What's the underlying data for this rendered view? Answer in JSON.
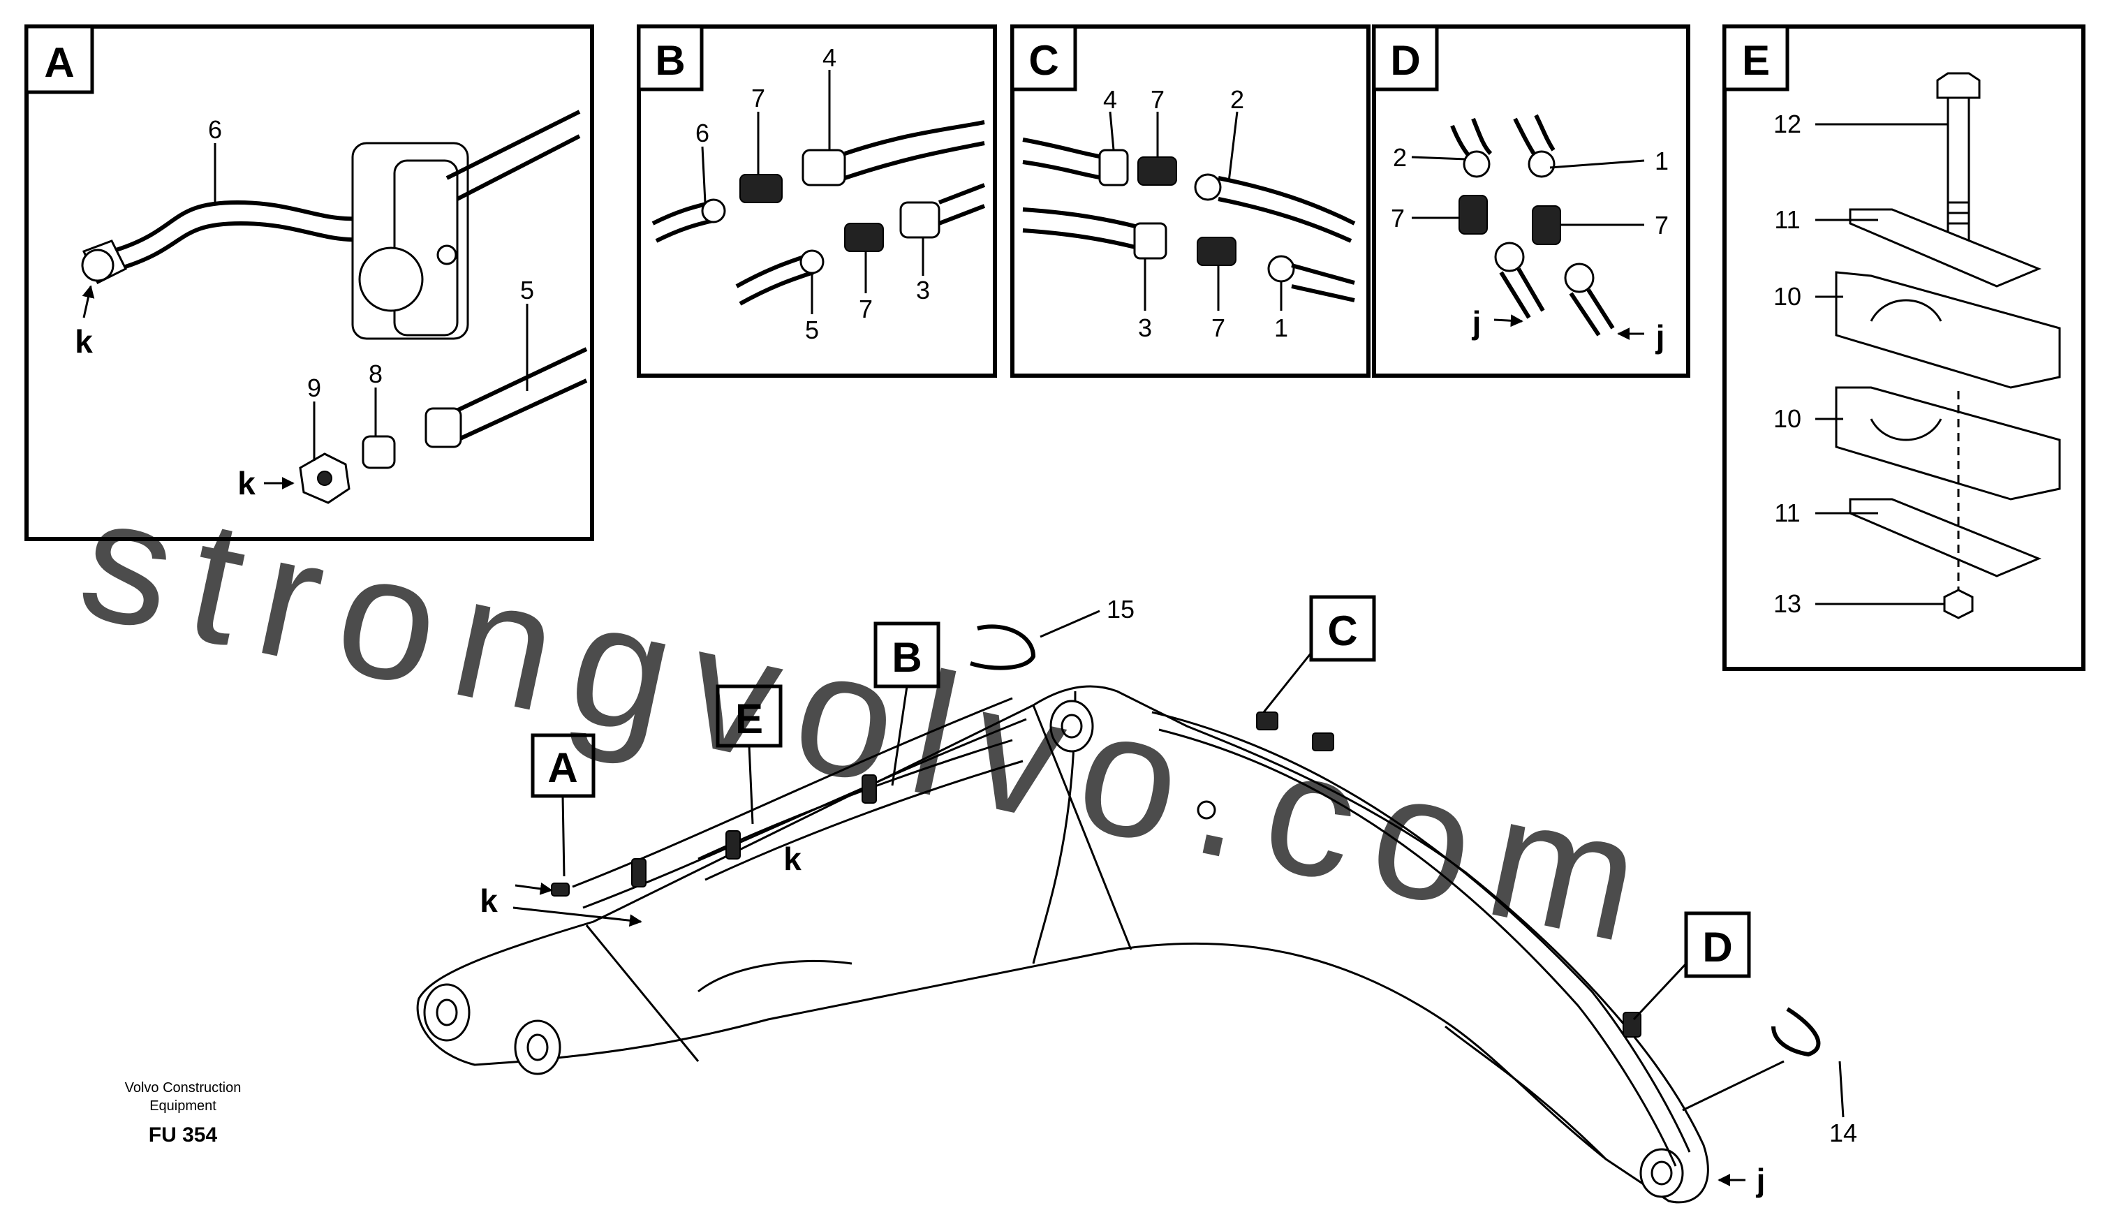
{
  "document": {
    "footer": {
      "company_line1": "Volvo Construction",
      "company_line2": "Equipment",
      "code": "FU 354"
    },
    "watermark": "strongvolvo.com"
  },
  "panels": {
    "A": {
      "letter": "A",
      "callouts": [
        "6",
        "5",
        "9",
        "8"
      ],
      "arrows": [
        "k",
        "k"
      ]
    },
    "B": {
      "letter": "B",
      "callouts": [
        "4",
        "7",
        "6",
        "3",
        "7",
        "5"
      ]
    },
    "C": {
      "letter": "C",
      "callouts": [
        "4",
        "7",
        "2",
        "3",
        "7",
        "1"
      ]
    },
    "D": {
      "letter": "D",
      "callouts": [
        "2",
        "1",
        "7",
        "7"
      ],
      "arrows": [
        "j",
        "j"
      ]
    },
    "E": {
      "letter": "E",
      "callouts": [
        "12",
        "11",
        "10",
        "10",
        "11",
        "13"
      ]
    }
  },
  "main": {
    "letters": [
      "A",
      "B",
      "C",
      "D",
      "E"
    ],
    "callouts": [
      "15",
      "14"
    ],
    "arrows": [
      "k",
      "k",
      "j"
    ]
  }
}
